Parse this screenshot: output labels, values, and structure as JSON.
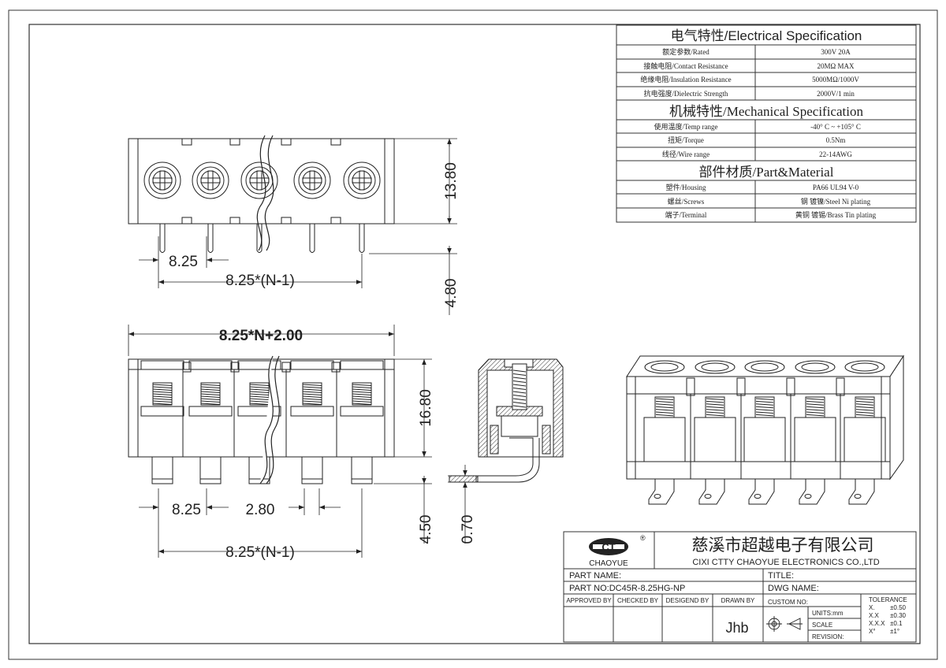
{
  "spec_table": {
    "electrical_title": "电气特性/Electrical Specification",
    "electrical_rows": [
      {
        "label": "额定参数/Rated",
        "value": "300V  20A"
      },
      {
        "label": "接触电阻/Contact Resistance",
        "value": "20MΩ MAX"
      },
      {
        "label": "绝缘电阻/Insulation Resistance",
        "value": "5000MΩ/1000V"
      },
      {
        "label": "抗电强度/Dielectric Strength",
        "value": "2000V/1 min"
      }
    ],
    "mechanical_title": "机械特性/Mechanical Specification",
    "mechanical_rows": [
      {
        "label": "使用温度/Temp range",
        "value": "-40° C ~ +105° C"
      },
      {
        "label": "扭矩/Torque",
        "value": "0.5Nm"
      },
      {
        "label": "线径/Wire range",
        "value": "22-14AWG"
      }
    ],
    "material_title": "部件材质/Part&Material",
    "material_rows": [
      {
        "label": "塑件/Housing",
        "value": "PA66 UL94 V-0"
      },
      {
        "label": "螺丝/Screws",
        "value": "钢 镀镍/Steel Ni plating"
      },
      {
        "label": "端子/Terminal",
        "value": "黄铜 镀锡/Brass Tin  plating"
      }
    ]
  },
  "dimensions": {
    "top_pitch": "8.25",
    "top_span": "8.25*(N-1)",
    "top_height": "13.80",
    "top_pin": "4.80",
    "overall_width": "8.25*N+2.00",
    "front_height": "16.80",
    "front_pitch": "8.25",
    "front_pin_width": "2.80",
    "front_pin": "4.50",
    "front_span": "8.25*(N-1)",
    "side_thickness": "0.70"
  },
  "title_block": {
    "logo_mark": "CT",
    "logo_reg": "®",
    "logo_caption": "CHAOYUE",
    "company_cn": "慈溪市超越电子有限公司",
    "company_en": "CIXI CTTY CHAOYUE ELECTRONICS CO.,LTD",
    "part_name_label": "PART NAME:",
    "part_name_value": "",
    "title_label": "TITLE:",
    "part_no_label": "PART NO:DC45R-8.25HG-NP",
    "dwg_name_label": "DWG NAME:",
    "approved_by": "APPROVED BY",
    "checked_by": "CHECKED BY",
    "designed_by": "DESIGEND BY",
    "drawn_by": "DRAWN BY",
    "drawn_by_value": "Jhb",
    "custom_no": "CUSTOM NO:",
    "units": "UNITS:mm",
    "scale": "SCALE",
    "revision": "REVISION:",
    "tolerance_title": "TOLERANCE",
    "tolerance_rows": [
      {
        "k": "X.",
        "v": "±0.50"
      },
      {
        "k": "X.X",
        "v": "±0.30"
      },
      {
        "k": "X.X.X",
        "v": "±0.1"
      },
      {
        "k": "X°",
        "v": "±1°"
      }
    ]
  }
}
